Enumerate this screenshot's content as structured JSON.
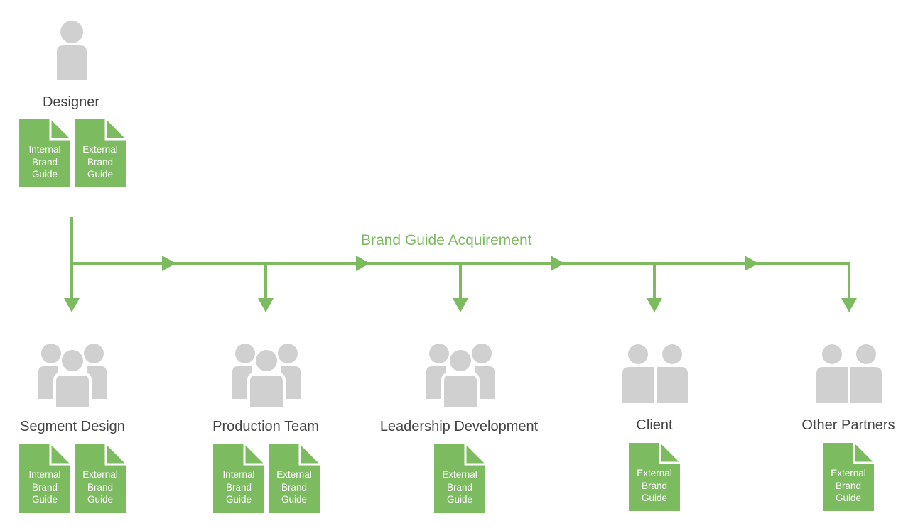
{
  "colors": {
    "accent": "#7dbb60",
    "person": "#d0d0d0",
    "text": "#444444"
  },
  "flow_title": "Brand Guide Acquirement",
  "designer": {
    "label": "Designer",
    "icon": "single-person-icon",
    "docs": [
      {
        "lines": [
          "Internal",
          "Brand",
          "Guide"
        ]
      },
      {
        "lines": [
          "External",
          "Brand",
          "Guide"
        ]
      }
    ]
  },
  "recipients": [
    {
      "label": "Segment Design",
      "icon": "group-of-three-icon",
      "docs": [
        {
          "lines": [
            "Internal",
            "Brand",
            "Guide"
          ]
        },
        {
          "lines": [
            "External",
            "Brand",
            "Guide"
          ]
        }
      ]
    },
    {
      "label": "Production Team",
      "icon": "group-of-three-icon",
      "docs": [
        {
          "lines": [
            "Internal",
            "Brand",
            "Guide"
          ]
        },
        {
          "lines": [
            "External",
            "Brand",
            "Guide"
          ]
        }
      ]
    },
    {
      "label": "Leadership Development",
      "icon": "group-of-three-icon",
      "docs": [
        {
          "lines": [
            "External",
            "Brand",
            "Guide"
          ]
        }
      ]
    },
    {
      "label": "Client",
      "icon": "pair-of-people-icon",
      "docs": [
        {
          "lines": [
            "External",
            "Brand",
            "Guide"
          ]
        }
      ]
    },
    {
      "label": "Other Partners",
      "icon": "pair-of-people-icon",
      "docs": [
        {
          "lines": [
            "External",
            "Brand",
            "Guide"
          ]
        }
      ]
    }
  ]
}
